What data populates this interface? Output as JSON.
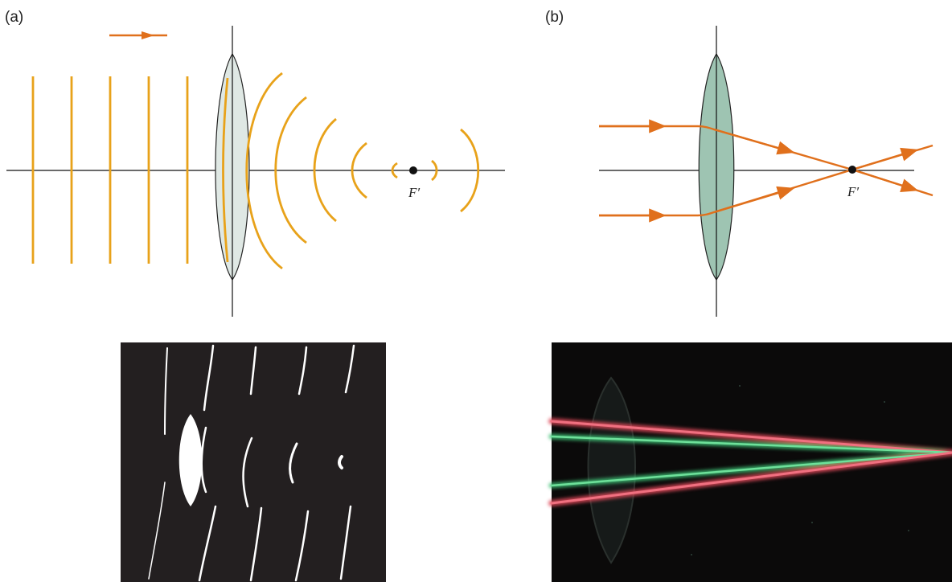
{
  "panel_a": {
    "label": "(a)",
    "focal_label": "F′"
  },
  "panel_b": {
    "label": "(b)",
    "focal_label": "F′"
  },
  "colors": {
    "wavefront": "#e8a21a",
    "ray": "#e0701c",
    "lens_a_fill": "#dfe8e4",
    "lens_b_fill": "#9ec4b2",
    "axis": "#111111",
    "photo_background": "#231f20",
    "laser_red": "#e0485a",
    "laser_green": "#3cc074"
  },
  "photos": {
    "left": "ripple-tank-photo",
    "right": "laser-beams-photo"
  }
}
